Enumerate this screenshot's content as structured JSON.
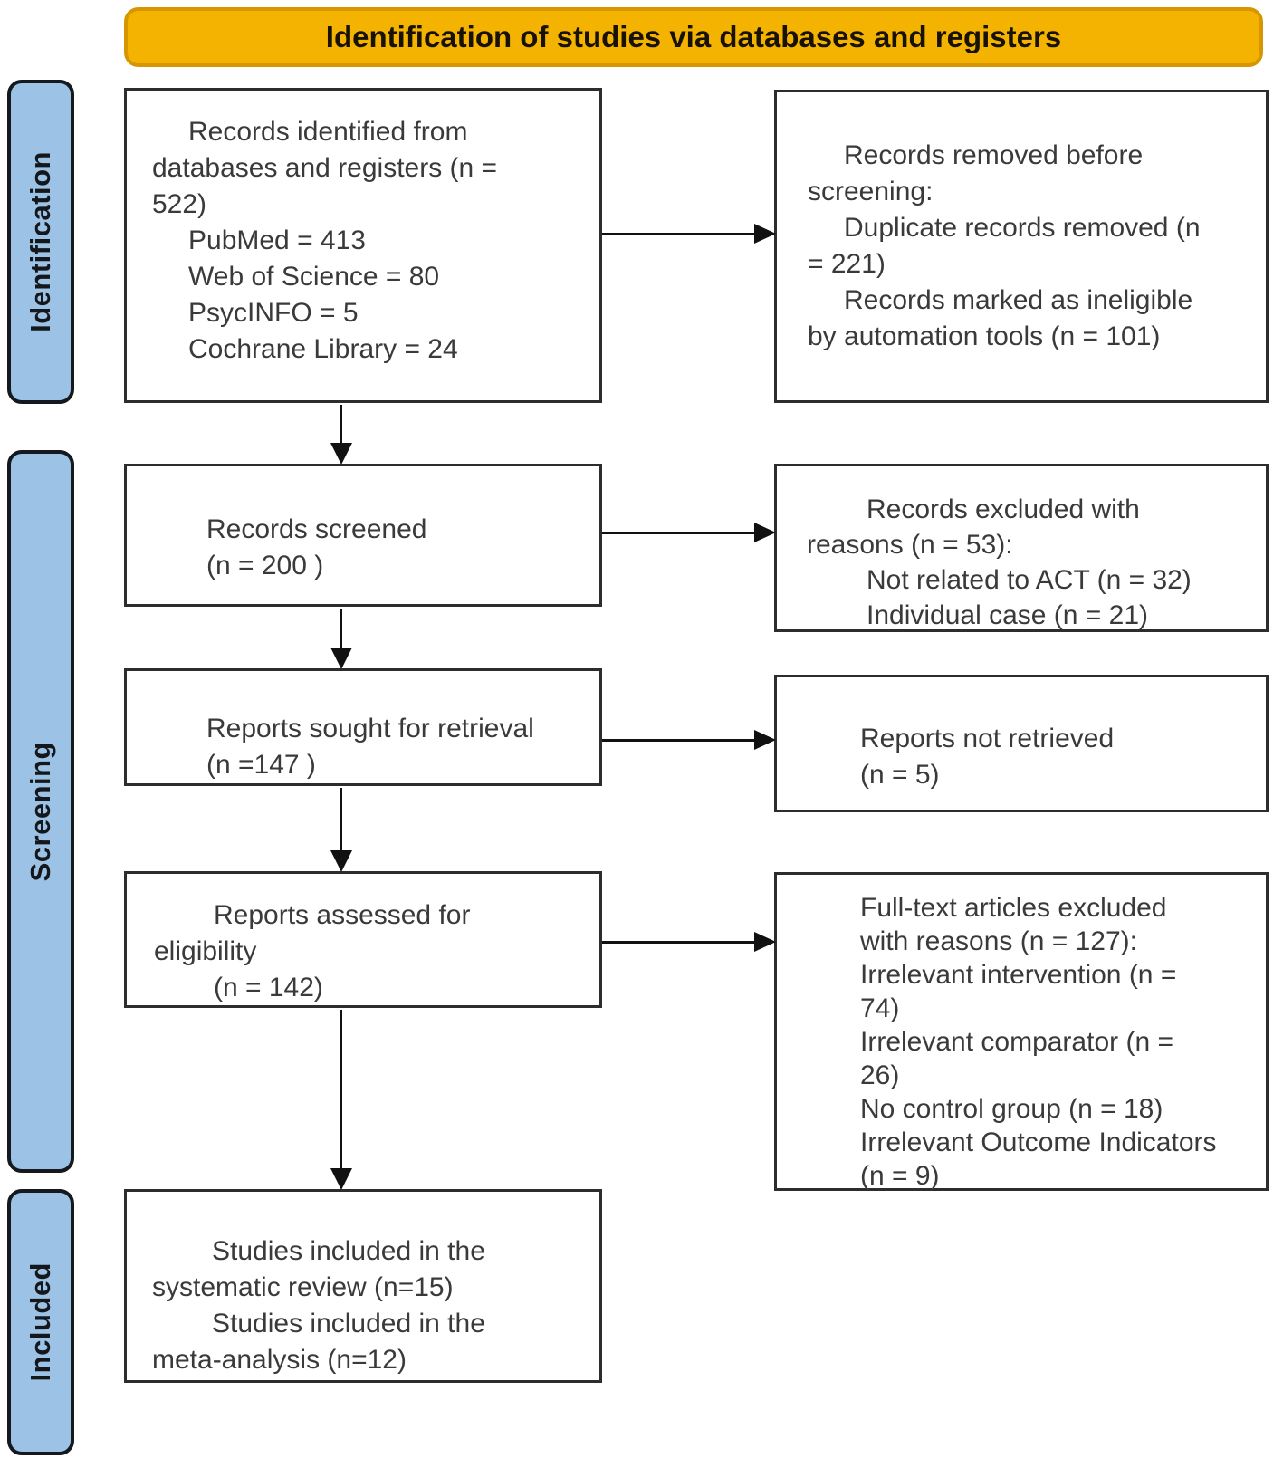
{
  "colors": {
    "banner_bg": "#F5B301",
    "banner_border": "#D79600",
    "stage_bg": "#9CC2E5",
    "stage_border": "#15181C",
    "box_border": "#2D2D2D",
    "text": "#3A3A3A",
    "arrow": "#111111"
  },
  "banner": {
    "title": "Identification of studies via databases and registers"
  },
  "stages": [
    {
      "label": "Identification"
    },
    {
      "label": "Screening"
    },
    {
      "label": "Included"
    }
  ],
  "boxes": {
    "records_identified": {
      "lines": [
        "Records identified from",
        "databases and registers (n =",
        "522)",
        "PubMed = 413",
        "Web of Science = 80",
        "PsycINFO = 5",
        "Cochrane Library = 24"
      ]
    },
    "records_removed": {
      "lines": [
        "Records removed before",
        "screening:",
        "Duplicate records removed (n",
        "= 221)",
        "Records marked as ineligible",
        "by automation tools (n = 101)"
      ]
    },
    "records_screened": {
      "lines": [
        "Records screened",
        "(n = 200 )"
      ]
    },
    "records_excluded": {
      "lines": [
        "Records excluded with",
        "reasons (n = 53):",
        "Not related to ACT (n = 32)",
        "Individual case (n = 21)"
      ]
    },
    "reports_sought": {
      "lines": [
        "Reports sought for retrieval",
        "(n =147 )"
      ]
    },
    "reports_not_retrieved": {
      "lines": [
        "Reports not retrieved",
        "(n = 5)"
      ]
    },
    "reports_assessed": {
      "lines": [
        "Reports assessed for",
        "eligibility",
        "(n = 142)"
      ]
    },
    "fulltext_excluded": {
      "lines": [
        "Full-text articles excluded",
        "with reasons (n = 127):",
        "Irrelevant intervention (n =",
        "74)",
        "Irrelevant comparator (n =",
        "26)",
        "No control group (n = 18)",
        "Irrelevant Outcome Indicators",
        "(n = 9)"
      ]
    },
    "studies_included": {
      "lines": [
        "Studies included in the",
        "systematic review (n=15)",
        "Studies included in the",
        "meta-analysis (n=12)"
      ]
    }
  }
}
